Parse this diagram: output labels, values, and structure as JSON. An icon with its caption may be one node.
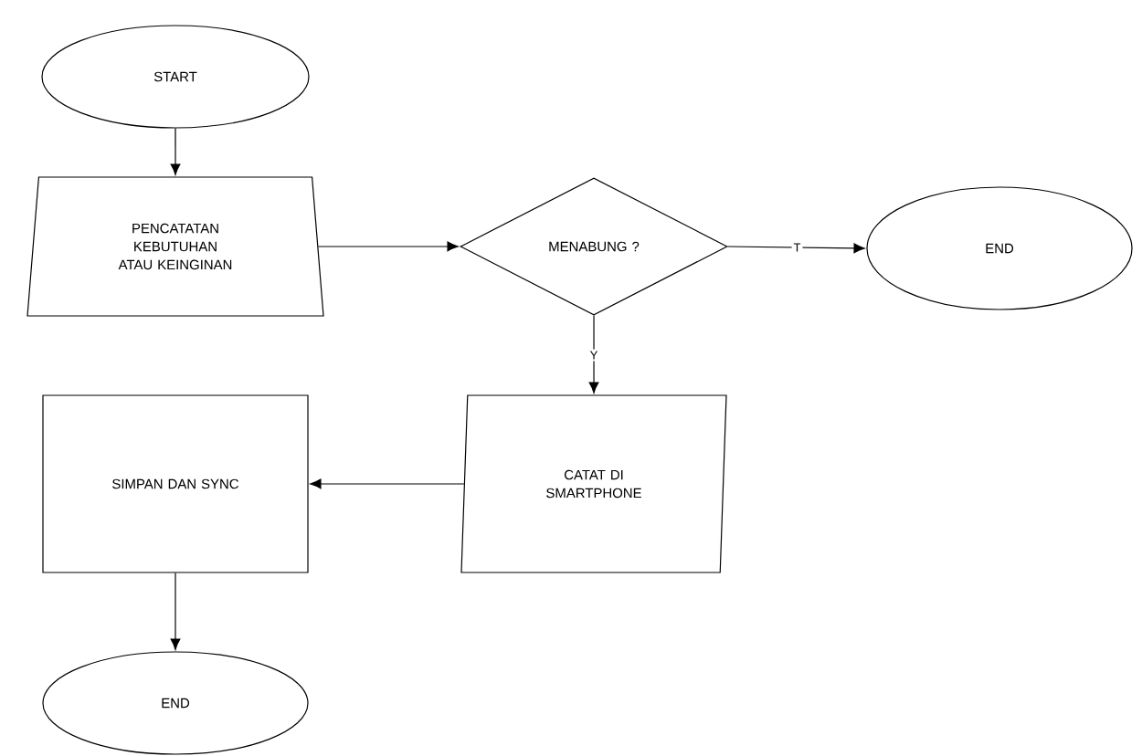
{
  "diagram": {
    "nodes": [
      {
        "text": [
          "START"
        ]
      },
      {
        "text": [
          "PENCATATAN KEBUTUHAN ATAU KEINGINAN"
        ]
      },
      {
        "text": [
          "MENABUNG ?"
        ]
      },
      {
        "text": [
          "END"
        ]
      },
      {
        "text": [
          "CATAT DI SMARTPHONE"
        ]
      },
      {
        "text": [
          "SIMPAN DAN SYNC"
        ]
      },
      {
        "text": [
          "END"
        ]
      }
    ],
    "edges": [
      {
        "from": 0,
        "to": 1,
        "arrow": "to"
      },
      {
        "from": 1,
        "to": 2,
        "arrow": "to"
      },
      {
        "from": 2,
        "to": 3,
        "arrow": "to",
        "label": "T"
      },
      {
        "from": 2,
        "to": 4,
        "arrow": "to",
        "label": "Y"
      },
      {
        "from": 4,
        "to": 5,
        "arrow": "to"
      },
      {
        "from": 5,
        "to": 6,
        "arrow": "to"
      }
    ]
  }
}
